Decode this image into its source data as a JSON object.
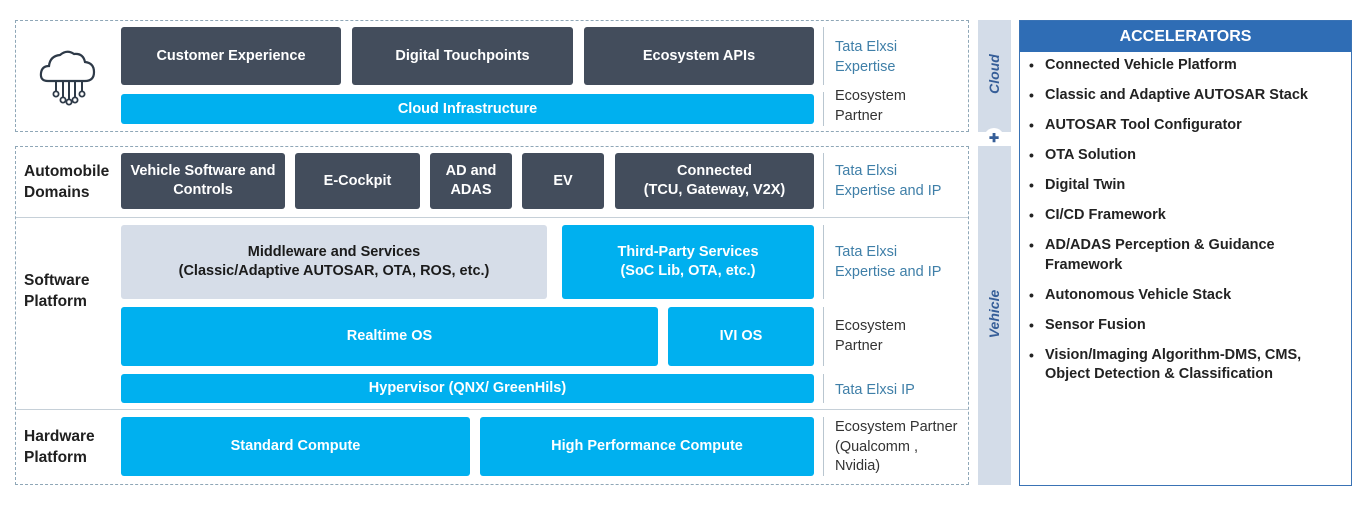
{
  "cloud": {
    "label": "Cloud",
    "boxes": [
      "Customer Experience",
      "Digital Touchpoints",
      "Ecosystem APIs"
    ],
    "infra": "Cloud Infrastructure",
    "side_top": "Tata Elxsi\nExpertise",
    "side_bottom": "Ecosystem\nPartner"
  },
  "plus_symbol": "✚",
  "vehicle": {
    "label": "Vehicle",
    "automobile": {
      "title": "Automobile\nDomains",
      "boxes": [
        "Vehicle Software and\nControls",
        "E-Cockpit",
        "AD and\nADAS",
        "EV",
        "Connected\n(TCU, Gateway, V2X)"
      ],
      "side": "Tata Elxsi\nExpertise and IP"
    },
    "software": {
      "title": "Software\nPlatform",
      "middleware": "Middleware and Services\n(Classic/Adaptive AUTOSAR, OTA, ROS, etc.)",
      "third_party": "Third-Party Services\n(SoC Lib, OTA, etc.)",
      "side_top": "Tata Elxsi\nExpertise and IP",
      "realtime": "Realtime OS",
      "ivi": "IVI OS",
      "side_mid": "Ecosystem\nPartner",
      "hypervisor": "Hypervisor (QNX/ GreenHils)",
      "side_bottom": "Tata Elxsi IP"
    },
    "hardware": {
      "title": "Hardware\nPlatform",
      "standard": "Standard Compute",
      "high": "High Performance Compute",
      "side": "Ecosystem Partner\n(Qualcomm ,\nNvidia)"
    }
  },
  "accelerators": {
    "title": "ACCELERATORS",
    "bullet": "•",
    "items": [
      "Connected Vehicle Platform",
      "Classic and Adaptive AUTOSAR Stack",
      "AUTOSAR Tool Configurator",
      "OTA Solution",
      "Digital Twin",
      "CI/CD Framework",
      "AD/ADAS Perception & Guidance Framework",
      "Autonomous Vehicle Stack",
      "Sensor Fusion",
      "Vision/Imaging Algorithm-DMS, CMS, Object Detection & Classification"
    ]
  },
  "colors": {
    "dark_box": "#434d5c",
    "blue_box": "#00b0ef",
    "light_box": "#d6dde8",
    "accent": "#2f6db5",
    "side_text": "#3f7fa8"
  },
  "icons": [
    "cloud-circuit-icon",
    "plus-icon"
  ]
}
